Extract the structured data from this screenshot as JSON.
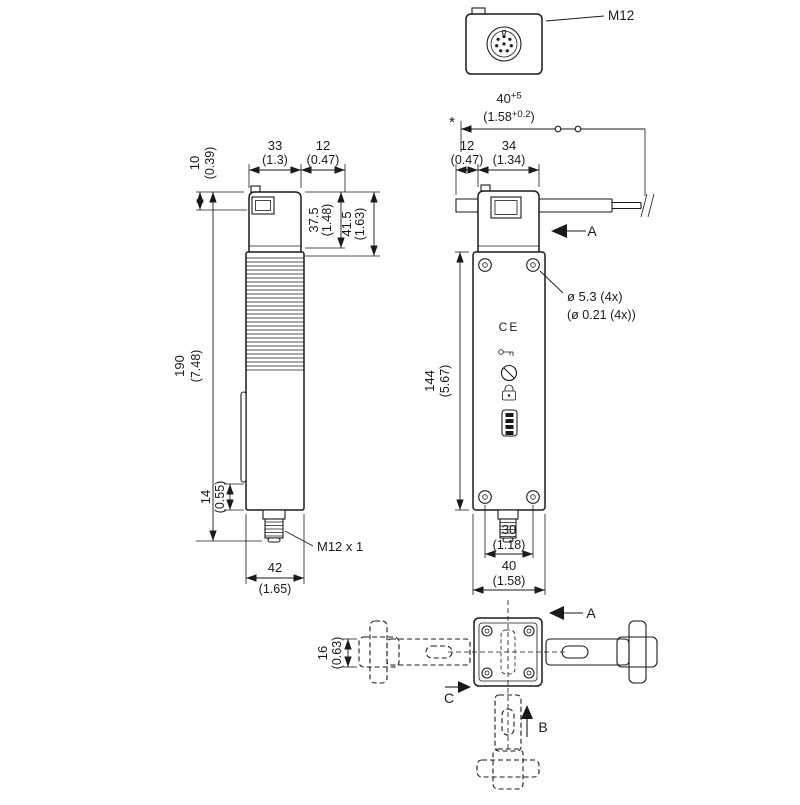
{
  "drawing": {
    "connector_detail": {
      "label": "M12"
    },
    "side_view": {
      "dim_head_width_mm": "33",
      "dim_head_width_in": "(1.3)",
      "dim_slot_depth_mm": "12",
      "dim_slot_depth_in": "(0.47)",
      "dim_slot_offset_mm": "10",
      "dim_slot_offset_in": "(0.39)",
      "dim_head_height_mm": "37.5",
      "dim_head_height_in": "(1.48)",
      "dim_head_total_mm": "41.5",
      "dim_head_total_in": "(1.63)",
      "dim_total_height_mm": "190",
      "dim_total_height_in": "(7.48)",
      "dim_bottom_mm": "14",
      "dim_bottom_in": "(0.55)",
      "dim_depth_mm": "42",
      "dim_depth_in": "(1.65)",
      "connector_thread": "M12 x 1"
    },
    "front_view": {
      "dim_offset_mm": "12",
      "dim_offset_in": "(0.47)",
      "dim_head_width_mm": "34",
      "dim_head_width_in": "(1.34)",
      "dim_travel_mm": "40",
      "dim_travel_tol": "+5",
      "dim_travel_in_open": "(1.58",
      "dim_travel_in_tol": "+0.2",
      "dim_travel_in_close": ")",
      "footnote": "*",
      "view_a": "A",
      "hole_note_mm": "ø 5.3 (4x)",
      "hole_note_in": "(ø 0.21 (4x))",
      "dim_body_height_mm": "144",
      "dim_body_height_in": "(5.67)",
      "dim_hole_spacing_mm": "30",
      "dim_hole_spacing_in": "(1.18)",
      "dim_body_width_mm": "40",
      "dim_body_width_in": "(1.58)",
      "ce_mark": "CE"
    },
    "top_view": {
      "dim_actuator_mm": "16",
      "dim_actuator_in": "(0.63)",
      "view_a": "A",
      "view_b": "B",
      "view_c": "C"
    }
  }
}
